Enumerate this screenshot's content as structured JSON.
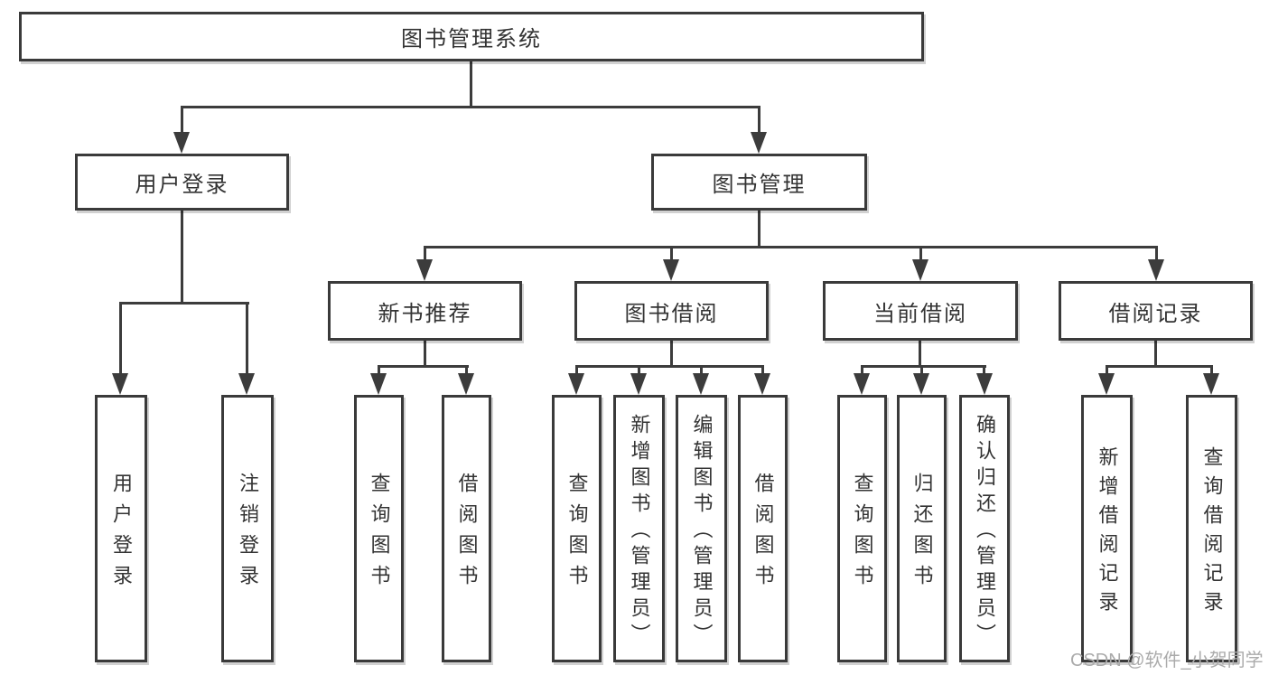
{
  "tree": {
    "label": "图书管理系统",
    "children": [
      {
        "label": "用户登录",
        "children": [
          {
            "label": "用户登录"
          },
          {
            "label": "注销登录"
          }
        ]
      },
      {
        "label": "图书管理",
        "children": [
          {
            "label": "新书推荐",
            "children": [
              {
                "label": "查询图书"
              },
              {
                "label": "借阅图书"
              }
            ]
          },
          {
            "label": "图书借阅",
            "children": [
              {
                "label": "查询图书"
              },
              {
                "label": "新增图书（管理员）"
              },
              {
                "label": "编辑图书（管理员）"
              },
              {
                "label": "借阅图书"
              }
            ]
          },
          {
            "label": "当前借阅",
            "children": [
              {
                "label": "查询图书"
              },
              {
                "label": "归还图书"
              },
              {
                "label": "确认归还（管理员）"
              }
            ]
          },
          {
            "label": "借阅记录",
            "children": [
              {
                "label": "新增借阅记录"
              },
              {
                "label": "查询借阅记录"
              }
            ]
          }
        ]
      }
    ]
  },
  "watermark": "CSDN @软件_小贺同学",
  "colors": {
    "line": "#3c3c3c",
    "border": "#3a3a3a",
    "text": "#333333",
    "watermark": "#ababab",
    "background": "#ffffff"
  }
}
